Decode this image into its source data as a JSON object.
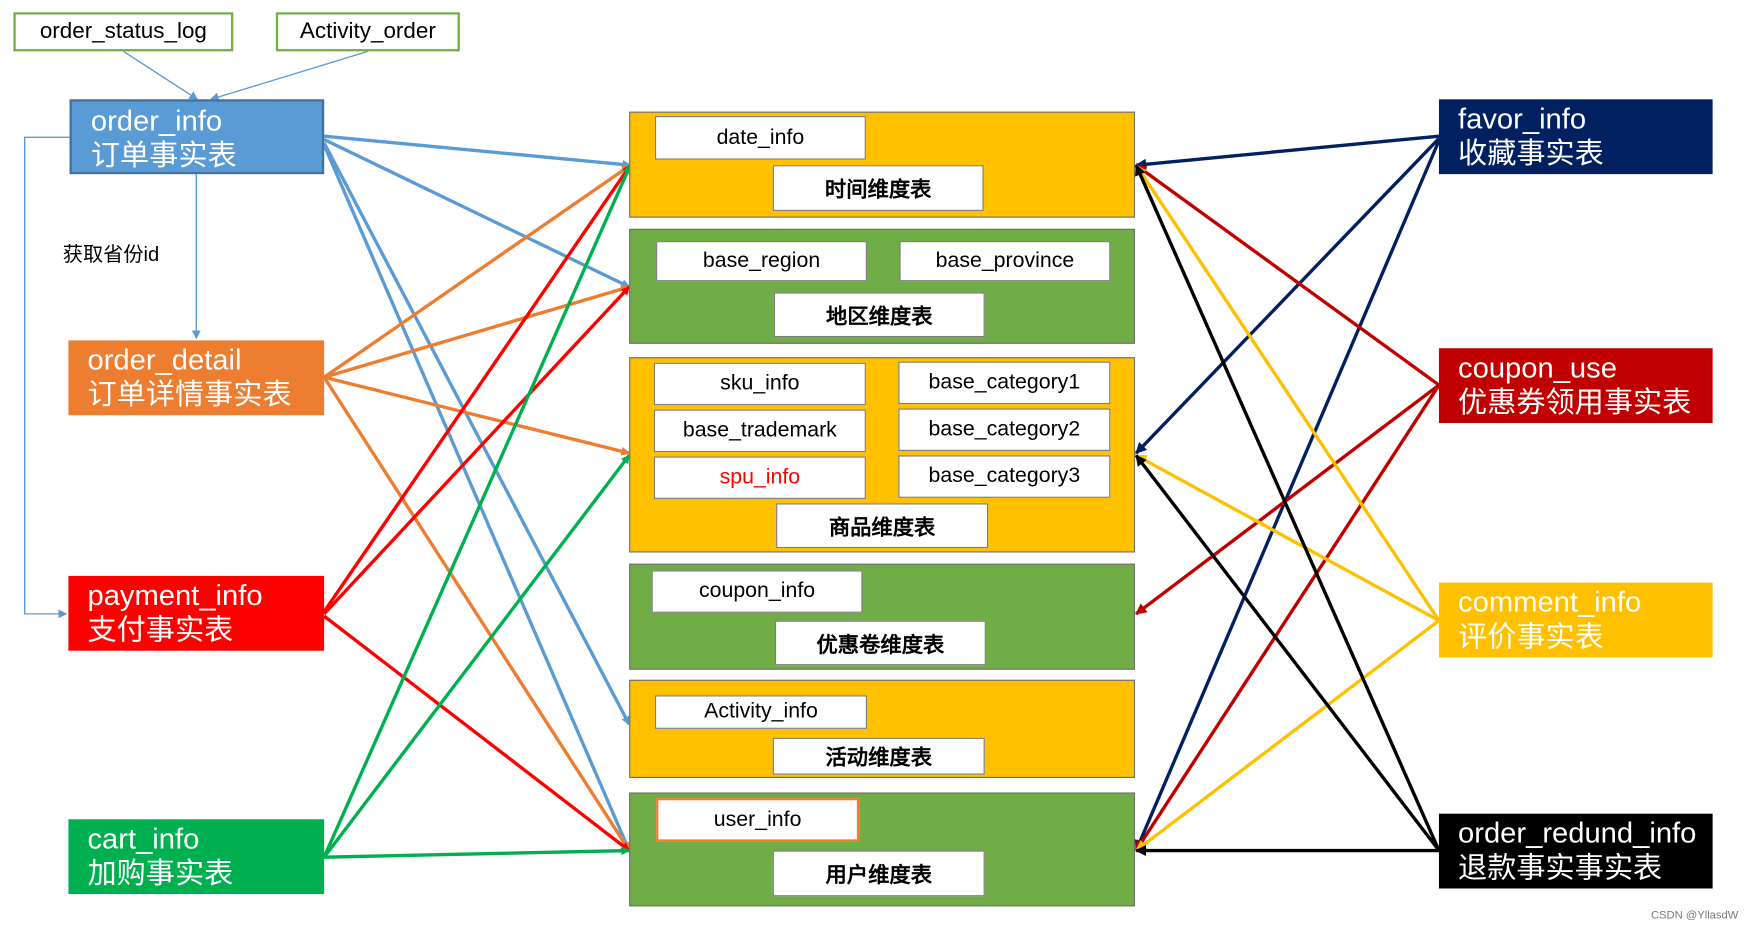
{
  "colors": {
    "blue": "#5b9bd5",
    "orange": "#ed7d31",
    "red": "#ff0000",
    "green": "#00b050",
    "navy": "#002060",
    "darkred": "#c00000",
    "gold": "#ffc000",
    "black": "#000000",
    "dim_gold": "#ffc000",
    "dim_green": "#70ad47"
  },
  "top_sources": {
    "order_status_log": "order_status_log",
    "activity_order": "Activity_order"
  },
  "note": "获取省份id",
  "facts_left": {
    "order_info": {
      "name": "order_info",
      "cn": "订单事实表"
    },
    "order_detail": {
      "name": "order_detail",
      "cn": "订单详情事实表"
    },
    "payment_info": {
      "name": "payment_info",
      "cn": "支付事实表"
    },
    "cart_info": {
      "name": "cart_info",
      "cn": "加购事实表"
    }
  },
  "facts_right": {
    "favor_info": {
      "name": "favor_info",
      "cn": "收藏事实表"
    },
    "coupon_use": {
      "name": "coupon_use",
      "cn": "优惠券领用事实表"
    },
    "comment_info": {
      "name": "comment_info",
      "cn": "评价事实表"
    },
    "order_redund_info": {
      "name": "order_redund_info",
      "cn": "退款事实事实表"
    }
  },
  "dimensions": {
    "date": {
      "tables": [
        "date_info"
      ],
      "label": "时间维度表"
    },
    "region": {
      "tables": [
        "base_region",
        "base_province"
      ],
      "label": "地区维度表"
    },
    "sku": {
      "tables": [
        "sku_info",
        "base_trademark",
        "spu_info",
        "base_category1",
        "base_category2",
        "base_category3"
      ],
      "label": "商品维度表"
    },
    "coupon": {
      "tables": [
        "coupon_info"
      ],
      "label": "优惠卷维度表"
    },
    "activity": {
      "tables": [
        "Activity_info"
      ],
      "label": "活动维度表"
    },
    "user": {
      "tables": [
        "user_info"
      ],
      "label": "用户维度表"
    }
  },
  "credit": "CSDN @YllasdW"
}
